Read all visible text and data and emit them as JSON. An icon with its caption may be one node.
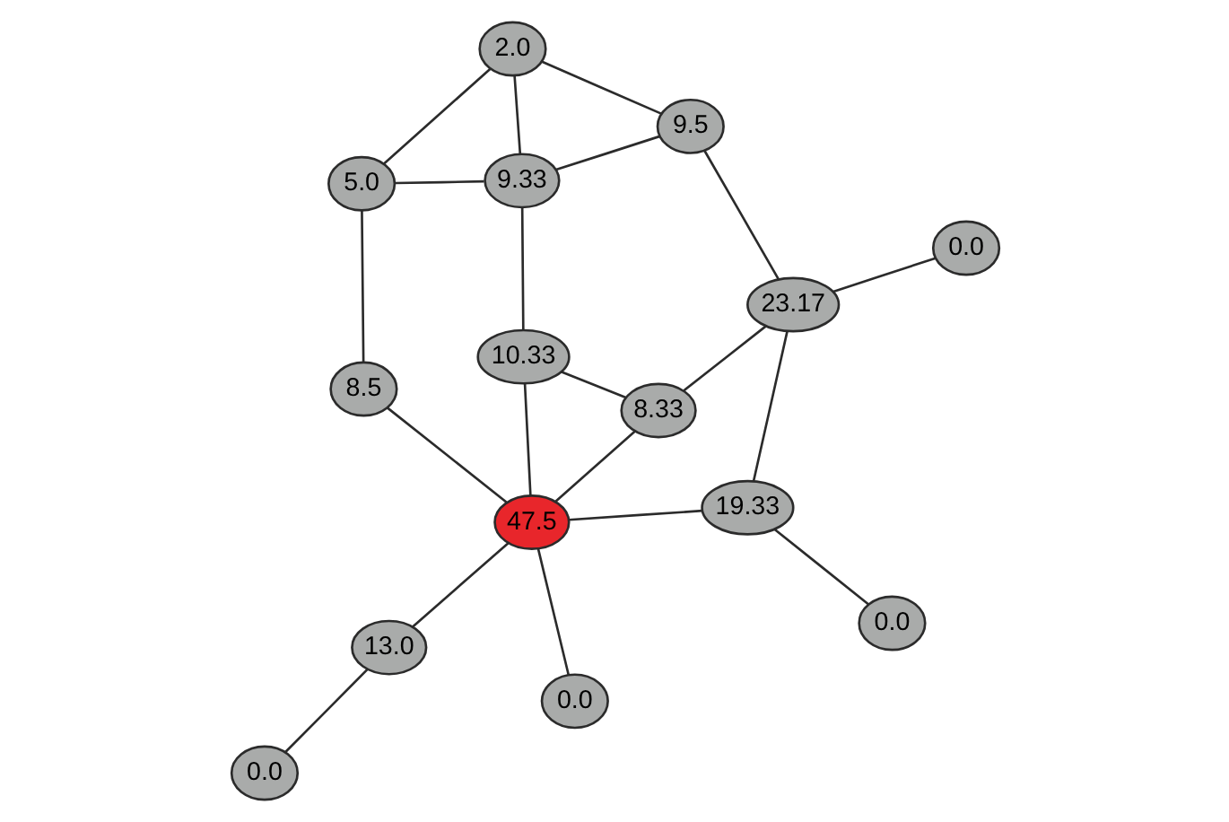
{
  "diagram": {
    "nodes": [
      {
        "text": [
          "0.0"
        ]
      },
      {
        "text": [
          "13.0"
        ]
      },
      {
        "text": [
          "0.0"
        ]
      },
      {
        "text": [
          "47.5"
        ]
      },
      {
        "text": [
          "0.0"
        ]
      },
      {
        "text": [
          "19.33"
        ]
      },
      {
        "text": [
          "8.5"
        ]
      },
      {
        "text": [
          "8.33"
        ]
      },
      {
        "text": [
          "10.33"
        ]
      },
      {
        "text": [
          "23.17"
        ]
      },
      {
        "text": [
          "5.0"
        ]
      },
      {
        "text": [
          "9.33"
        ]
      },
      {
        "text": [
          "0.0"
        ]
      },
      {
        "text": [
          "9.5"
        ]
      },
      {
        "text": [
          "2.0"
        ]
      }
    ],
    "edges": [
      {
        "from": 0,
        "to": 1,
        "arrow": "none"
      },
      {
        "from": 1,
        "to": 3,
        "arrow": "none"
      },
      {
        "from": 2,
        "to": 3,
        "arrow": "none"
      },
      {
        "from": 4,
        "to": 5,
        "arrow": "none"
      },
      {
        "from": 5,
        "to": 3,
        "arrow": "none"
      },
      {
        "from": 3,
        "to": 6,
        "arrow": "none"
      },
      {
        "from": 3,
        "to": 7,
        "arrow": "none"
      },
      {
        "from": 3,
        "to": 8,
        "arrow": "none"
      },
      {
        "from": 7,
        "to": 8,
        "arrow": "none"
      },
      {
        "from": 5,
        "to": 9,
        "arrow": "none"
      },
      {
        "from": 7,
        "to": 9,
        "arrow": "none"
      },
      {
        "from": 9,
        "to": 12,
        "arrow": "none"
      },
      {
        "from": 9,
        "to": 13,
        "arrow": "none"
      },
      {
        "from": 6,
        "to": 10,
        "arrow": "none"
      },
      {
        "from": 8,
        "to": 11,
        "arrow": "none"
      },
      {
        "from": 11,
        "to": 10,
        "arrow": "none"
      },
      {
        "from": 11,
        "to": 13,
        "arrow": "none"
      },
      {
        "from": 11,
        "to": 14,
        "arrow": "none"
      },
      {
        "from": 13,
        "to": 14,
        "arrow": "none"
      },
      {
        "from": 10,
        "to": 14,
        "arrow": "none"
      }
    ]
  }
}
